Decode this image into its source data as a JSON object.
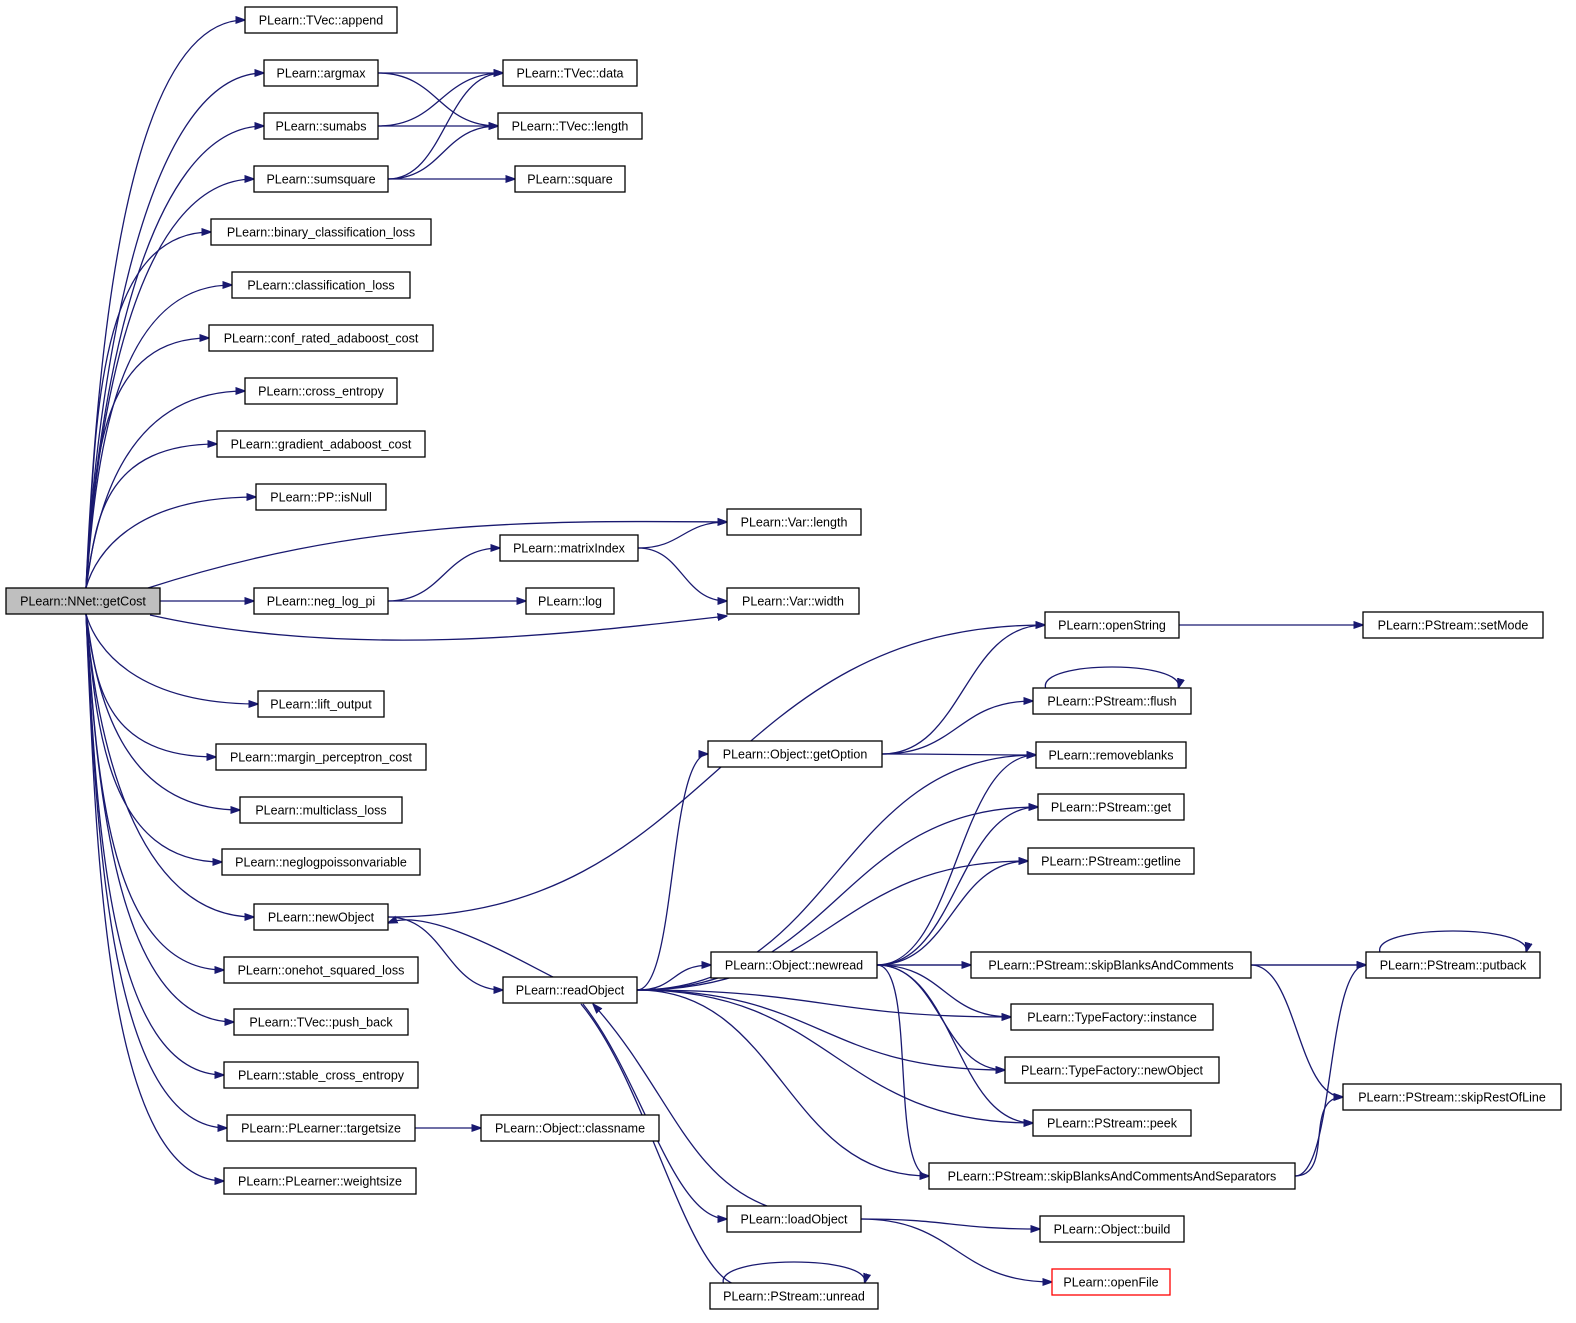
{
  "graph": {
    "root": "PLearn::NNet::getCost",
    "nodes": [
      {
        "id": "getCost",
        "label": "PLearn::NNet::getCost",
        "style": "root"
      },
      {
        "id": "append",
        "label": "PLearn::TVec::append"
      },
      {
        "id": "argmax",
        "label": "PLearn::argmax"
      },
      {
        "id": "sumabs",
        "label": "PLearn::sumabs"
      },
      {
        "id": "sumsquare",
        "label": "PLearn::sumsquare"
      },
      {
        "id": "bcl",
        "label": "PLearn::binary_classification_loss"
      },
      {
        "id": "cl",
        "label": "PLearn::classification_loss"
      },
      {
        "id": "crac",
        "label": "PLearn::conf_rated_adaboost_cost"
      },
      {
        "id": "ce",
        "label": "PLearn::cross_entropy"
      },
      {
        "id": "gac",
        "label": "PLearn::gradient_adaboost_cost"
      },
      {
        "id": "isnull",
        "label": "PLearn::PP::isNull"
      },
      {
        "id": "nlp",
        "label": "PLearn::neg_log_pi"
      },
      {
        "id": "lift",
        "label": "PLearn::lift_output"
      },
      {
        "id": "mpc",
        "label": "PLearn::margin_perceptron_cost"
      },
      {
        "id": "mcl",
        "label": "PLearn::multiclass_loss"
      },
      {
        "id": "nlpv",
        "label": "PLearn::neglogpoissonvariable"
      },
      {
        "id": "newobj",
        "label": "PLearn::newObject"
      },
      {
        "id": "ohsl",
        "label": "PLearn::onehot_squared_loss"
      },
      {
        "id": "pushback",
        "label": "PLearn::TVec::push_back"
      },
      {
        "id": "sce",
        "label": "PLearn::stable_cross_entropy"
      },
      {
        "id": "targetsize",
        "label": "PLearn::PLearner::targetsize"
      },
      {
        "id": "weightsize",
        "label": "PLearn::PLearner::weightsize"
      },
      {
        "id": "data",
        "label": "PLearn::TVec::data"
      },
      {
        "id": "tlength",
        "label": "PLearn::TVec::length"
      },
      {
        "id": "square",
        "label": "PLearn::square"
      },
      {
        "id": "matidx",
        "label": "PLearn::matrixIndex"
      },
      {
        "id": "log",
        "label": "PLearn::log"
      },
      {
        "id": "readobj",
        "label": "PLearn::readObject"
      },
      {
        "id": "classname",
        "label": "PLearn::Object::classname"
      },
      {
        "id": "vlength",
        "label": "PLearn::Var::length"
      },
      {
        "id": "vwidth",
        "label": "PLearn::Var::width"
      },
      {
        "id": "getoption",
        "label": "PLearn::Object::getOption"
      },
      {
        "id": "newread",
        "label": "PLearn::Object::newread"
      },
      {
        "id": "loadobj",
        "label": "PLearn::loadObject"
      },
      {
        "id": "unread",
        "label": "PLearn::PStream::unread"
      },
      {
        "id": "openstring",
        "label": "PLearn::openString"
      },
      {
        "id": "flush",
        "label": "PLearn::PStream::flush"
      },
      {
        "id": "removeblanks",
        "label": "PLearn::removeblanks"
      },
      {
        "id": "get",
        "label": "PLearn::PStream::get"
      },
      {
        "id": "getline",
        "label": "PLearn::PStream::getline"
      },
      {
        "id": "sbac",
        "label": "PLearn::PStream::skipBlanksAndComments"
      },
      {
        "id": "instance",
        "label": "PLearn::TypeFactory::instance"
      },
      {
        "id": "tfnewobj",
        "label": "PLearn::TypeFactory::newObject"
      },
      {
        "id": "peek",
        "label": "PLearn::PStream::peek"
      },
      {
        "id": "sbacas",
        "label": "PLearn::PStream::skipBlanksAndCommentsAndSeparators"
      },
      {
        "id": "build",
        "label": "PLearn::Object::build"
      },
      {
        "id": "openfile",
        "label": "PLearn::openFile",
        "style": "red"
      },
      {
        "id": "setmode",
        "label": "PLearn::PStream::setMode"
      },
      {
        "id": "putback",
        "label": "PLearn::PStream::putback"
      },
      {
        "id": "skiprest",
        "label": "PLearn::PStream::skipRestOfLine"
      }
    ],
    "edges": [
      [
        "getCost",
        "append"
      ],
      [
        "getCost",
        "argmax"
      ],
      [
        "getCost",
        "sumabs"
      ],
      [
        "getCost",
        "sumsquare"
      ],
      [
        "getCost",
        "bcl"
      ],
      [
        "getCost",
        "cl"
      ],
      [
        "getCost",
        "crac"
      ],
      [
        "getCost",
        "ce"
      ],
      [
        "getCost",
        "gac"
      ],
      [
        "getCost",
        "isnull"
      ],
      [
        "getCost",
        "vlength"
      ],
      [
        "getCost",
        "nlp"
      ],
      [
        "getCost",
        "vwidth"
      ],
      [
        "getCost",
        "lift"
      ],
      [
        "getCost",
        "mpc"
      ],
      [
        "getCost",
        "mcl"
      ],
      [
        "getCost",
        "nlpv"
      ],
      [
        "getCost",
        "newobj"
      ],
      [
        "getCost",
        "ohsl"
      ],
      [
        "getCost",
        "pushback"
      ],
      [
        "getCost",
        "sce"
      ],
      [
        "getCost",
        "targetsize"
      ],
      [
        "getCost",
        "weightsize"
      ],
      [
        "argmax",
        "data"
      ],
      [
        "argmax",
        "tlength"
      ],
      [
        "sumabs",
        "data"
      ],
      [
        "sumabs",
        "tlength"
      ],
      [
        "sumsquare",
        "data"
      ],
      [
        "sumsquare",
        "tlength"
      ],
      [
        "sumsquare",
        "square"
      ],
      [
        "nlp",
        "matidx"
      ],
      [
        "nlp",
        "log"
      ],
      [
        "matidx",
        "vlength"
      ],
      [
        "matidx",
        "vwidth"
      ],
      [
        "newobj",
        "openstring"
      ],
      [
        "newobj",
        "readobj"
      ],
      [
        "readobj",
        "newobj"
      ],
      [
        "readobj",
        "getoption"
      ],
      [
        "readobj",
        "newread"
      ],
      [
        "readobj",
        "removeblanks"
      ],
      [
        "readobj",
        "get"
      ],
      [
        "readobj",
        "getline"
      ],
      [
        "readobj",
        "instance"
      ],
      [
        "readobj",
        "tfnewobj"
      ],
      [
        "readobj",
        "peek"
      ],
      [
        "readobj",
        "sbacas"
      ],
      [
        "readobj",
        "loadobj"
      ],
      [
        "readobj",
        "unread"
      ],
      [
        "targetsize",
        "classname"
      ],
      [
        "getoption",
        "openstring"
      ],
      [
        "getoption",
        "flush"
      ],
      [
        "getoption",
        "removeblanks"
      ],
      [
        "newread",
        "removeblanks"
      ],
      [
        "newread",
        "get"
      ],
      [
        "newread",
        "getline"
      ],
      [
        "newread",
        "sbac"
      ],
      [
        "newread",
        "putback"
      ],
      [
        "newread",
        "instance"
      ],
      [
        "newread",
        "tfnewobj"
      ],
      [
        "newread",
        "peek"
      ],
      [
        "newread",
        "sbacas"
      ],
      [
        "loadobj",
        "readobj"
      ],
      [
        "loadobj",
        "build"
      ],
      [
        "loadobj",
        "openfile"
      ],
      [
        "unread",
        "unread"
      ],
      [
        "openstring",
        "setmode"
      ],
      [
        "flush",
        "flush"
      ],
      [
        "sbac",
        "putback"
      ],
      [
        "sbac",
        "skiprest"
      ],
      [
        "sbacas",
        "putback"
      ],
      [
        "sbacas",
        "skiprest"
      ],
      [
        "putback",
        "putback"
      ]
    ]
  }
}
